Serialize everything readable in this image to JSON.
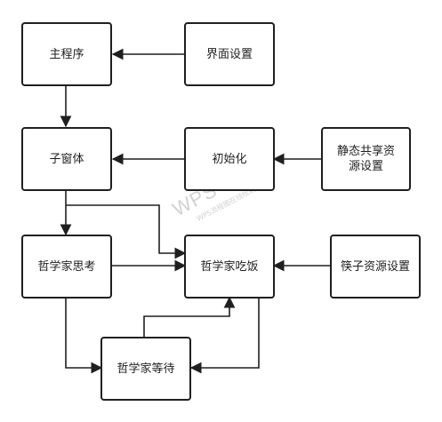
{
  "nodes": {
    "main_program": "主程序",
    "ui_settings": "界面设置",
    "sub_window": "子窗体",
    "initialize": "初始化",
    "static_shared_resources": "静态共享资源设置",
    "philosopher_thinking": "哲学家思考",
    "philosopher_eating": "哲学家吃饭",
    "chopstick_resources": "筷子资源设置",
    "philosopher_waiting": "哲学家等待"
  },
  "watermark": {
    "title": "WPS Flow",
    "subtitle": "WPS流程图在线绘制"
  },
  "colors": {
    "stroke": "#1f1f1f",
    "background": "#ffffff",
    "watermark": "#d2d2d2"
  }
}
